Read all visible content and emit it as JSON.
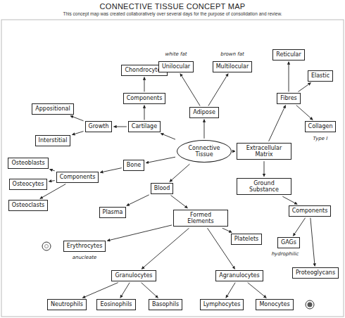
{
  "diagram": {
    "title": "CONNECTIVE TISSUE CONCEPT MAP",
    "caption": "This concept map was created collaboratively over several days for the purpose of consolidation and review.",
    "nodes": [
      {
        "text": [
          "Connective Tissue"
        ]
      },
      {
        "text": [
          "Cartilage"
        ]
      },
      {
        "text": [
          "Components"
        ]
      },
      {
        "text": [
          "Chondrocytes"
        ]
      },
      {
        "text": [
          "Growth"
        ]
      },
      {
        "text": [
          "Appositional"
        ]
      },
      {
        "text": [
          "Interstitial"
        ]
      },
      {
        "text": [
          "Bone"
        ]
      },
      {
        "text": [
          "Components"
        ]
      },
      {
        "text": [
          "Osteoblasts"
        ]
      },
      {
        "text": [
          "Osteocytes"
        ]
      },
      {
        "text": [
          "Osteoclasts"
        ]
      },
      {
        "text": [
          "Adipose"
        ]
      },
      {
        "text": [
          "Unilocular"
        ]
      },
      {
        "text": [
          "Multilocular"
        ]
      },
      {
        "text": [
          "Extracellular Matrix"
        ]
      },
      {
        "text": [
          "Fibres"
        ]
      },
      {
        "text": [
          "Collagen"
        ]
      },
      {
        "text": [
          "Elastic"
        ]
      },
      {
        "text": [
          "Reticular"
        ]
      },
      {
        "text": [
          "Ground Substance"
        ]
      },
      {
        "text": [
          "Components"
        ]
      },
      {
        "text": [
          "GAGs"
        ]
      },
      {
        "text": [
          "Proteoglycans"
        ]
      },
      {
        "text": [
          "Blood"
        ]
      },
      {
        "text": [
          "Plasma"
        ]
      },
      {
        "text": [
          "Formed Elements"
        ]
      },
      {
        "text": [
          "Erythrocytes"
        ]
      },
      {
        "text": [
          "Platelets"
        ]
      },
      {
        "text": [
          "Granulocytes"
        ]
      },
      {
        "text": [
          "Agranulocytes"
        ]
      },
      {
        "text": [
          "Neutrophils"
        ]
      },
      {
        "text": [
          "Eosinophils"
        ]
      },
      {
        "text": [
          "Basophils"
        ]
      },
      {
        "text": [
          "Lymphocytes"
        ]
      },
      {
        "text": [
          "Monocytes"
        ]
      }
    ],
    "edges": [
      {
        "from": 0,
        "to": 1,
        "arrow": "to"
      },
      {
        "from": 1,
        "to": 2,
        "arrow": "to"
      },
      {
        "from": 2,
        "to": 3,
        "arrow": "to"
      },
      {
        "from": 1,
        "to": 4,
        "arrow": "to"
      },
      {
        "from": 4,
        "to": 5,
        "arrow": "to"
      },
      {
        "from": 4,
        "to": 6,
        "arrow": "to"
      },
      {
        "from": 0,
        "to": 7,
        "arrow": "to"
      },
      {
        "from": 7,
        "to": 8,
        "arrow": "to"
      },
      {
        "from": 8,
        "to": 9,
        "arrow": "to"
      },
      {
        "from": 8,
        "to": 10,
        "arrow": "to"
      },
      {
        "from": 8,
        "to": 11,
        "arrow": "to"
      },
      {
        "from": 0,
        "to": 12,
        "arrow": "to"
      },
      {
        "from": 12,
        "to": 13,
        "arrow": "to"
      },
      {
        "from": 12,
        "to": 14,
        "arrow": "to"
      },
      {
        "from": 0,
        "to": 15,
        "arrow": "to"
      },
      {
        "from": 15,
        "to": 16,
        "arrow": "to"
      },
      {
        "from": 16,
        "to": 17,
        "arrow": "to"
      },
      {
        "from": 16,
        "to": 18,
        "arrow": "to"
      },
      {
        "from": 16,
        "to": 19,
        "arrow": "to"
      },
      {
        "from": 15,
        "to": 20,
        "arrow": "to"
      },
      {
        "from": 20,
        "to": 21,
        "arrow": "to"
      },
      {
        "from": 21,
        "to": 22,
        "arrow": "to"
      },
      {
        "from": 21,
        "to": 23,
        "arrow": "to"
      },
      {
        "from": 0,
        "to": 24,
        "arrow": "to"
      },
      {
        "from": 24,
        "to": 25,
        "arrow": "to"
      },
      {
        "from": 24,
        "to": 26,
        "arrow": "to"
      },
      {
        "from": 26,
        "to": 27,
        "arrow": "to"
      },
      {
        "from": 26,
        "to": 28,
        "arrow": "to"
      },
      {
        "from": 26,
        "to": 29,
        "arrow": "to"
      },
      {
        "from": 26,
        "to": 30,
        "arrow": "to"
      },
      {
        "from": 29,
        "to": 31,
        "arrow": "to"
      },
      {
        "from": 29,
        "to": 32,
        "arrow": "to"
      },
      {
        "from": 29,
        "to": 33,
        "arrow": "to"
      },
      {
        "from": 30,
        "to": 34,
        "arrow": "to"
      },
      {
        "from": 30,
        "to": 35,
        "arrow": "to"
      }
    ],
    "labels": [
      "white fat",
      "brown fat",
      "Type I",
      "hydrophilic",
      "anucleate"
    ]
  }
}
